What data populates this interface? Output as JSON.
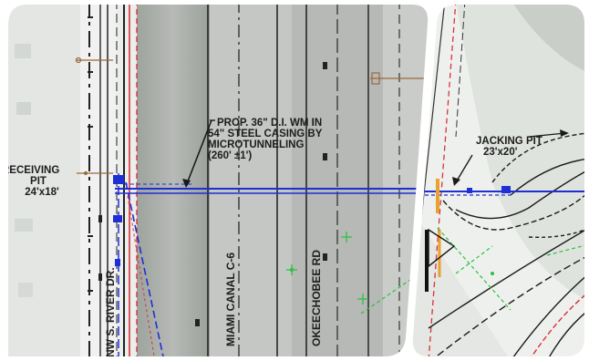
{
  "colors": {
    "water_main": "#1f2fd6",
    "row_line": "#d8313a",
    "utility_green": "#2bc040",
    "casing_orange": "#e8a230",
    "leader_brown": "#9a6a3c",
    "aerial_gray": "#a4a8a3",
    "background": "#ffffff"
  },
  "left_panel": {
    "callout": {
      "line1": "PROP. 36\" D.I. WM IN",
      "line2": "54\" STEEL CASING BY",
      "line3": "MICROTUNNELING",
      "line4": "(260' ±1')"
    },
    "receiving_pit": {
      "line1": "RECEIVING",
      "line2": "PIT",
      "line3": "24'x18'"
    },
    "street_labels": {
      "nw_river_dr": "NW S. RIVER DR.",
      "miami_canal": "MIAMI CANAL C-6",
      "okeechobee_rd": "OKEECHOBEE RD"
    }
  },
  "right_panel": {
    "jacking_pit": {
      "line1": "JACKING PIT",
      "line2": "23'x20'"
    }
  },
  "icons": [
    "pipe-bend-icon",
    "survey-point-icon",
    "north-arrow-icon"
  ]
}
